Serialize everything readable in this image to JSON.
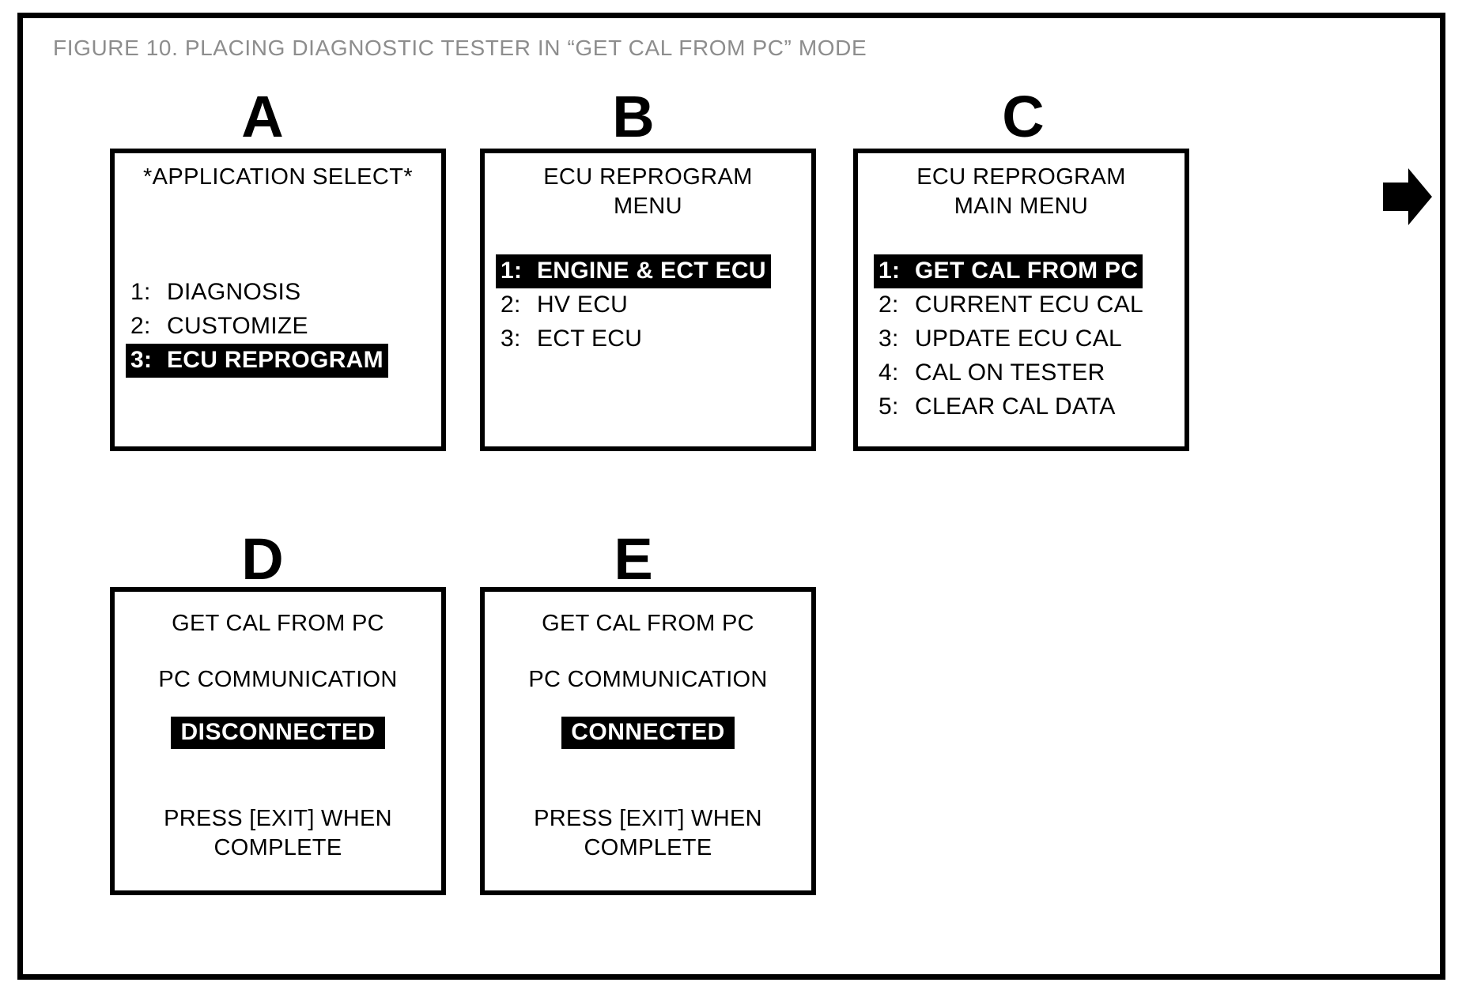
{
  "figure": {
    "caption": "FIGURE 10.  PLACING DIAGNOSTIC TESTER IN “GET CAL FROM PC” MODE",
    "caption_color": "#8d8d8d",
    "frame_color": "#000000",
    "background": "#ffffff",
    "highlight_bg": "#000000",
    "highlight_fg": "#ffffff"
  },
  "panels": [
    {
      "letter": "A",
      "title": "*APPLICATION SELECT*",
      "items": [
        {
          "num": "1:",
          "label": "DIAGNOSIS",
          "selected": false
        },
        {
          "num": "2:",
          "label": "CUSTOMIZE",
          "selected": false
        },
        {
          "num": "3:",
          "label": "ECU REPROGRAM",
          "selected": true
        }
      ]
    },
    {
      "letter": "B",
      "title": "ECU REPROGRAM\nMENU",
      "items": [
        {
          "num": "1:",
          "label": "ENGINE & ECT ECU",
          "selected": true
        },
        {
          "num": "2:",
          "label": "HV ECU",
          "selected": false
        },
        {
          "num": "3:",
          "label": "ECT ECU",
          "selected": false
        }
      ]
    },
    {
      "letter": "C",
      "title": "ECU REPROGRAM\nMAIN MENU",
      "items": [
        {
          "num": "1:",
          "label": "GET CAL FROM PC",
          "selected": true
        },
        {
          "num": "2:",
          "label": "CURRENT ECU CAL",
          "selected": false
        },
        {
          "num": "3:",
          "label": "UPDATE ECU CAL",
          "selected": false
        },
        {
          "num": "4:",
          "label": "CAL ON TESTER",
          "selected": false
        },
        {
          "num": "5:",
          "label": "CLEAR CAL DATA",
          "selected": false
        }
      ]
    },
    {
      "letter": "D",
      "title": "GET CAL FROM PC",
      "subtitle": "PC COMMUNICATION",
      "status": "DISCONNECTED",
      "footer": "PRESS [EXIT] WHEN\nCOMPLETE"
    },
    {
      "letter": "E",
      "title": "GET CAL FROM PC",
      "subtitle": "PC COMMUNICATION",
      "status": "CONNECTED",
      "footer": "PRESS [EXIT] WHEN\nCOMPLETE"
    }
  ],
  "arrows": [
    {
      "name": "arrow-a-to-b"
    },
    {
      "name": "arrow-b-to-c"
    },
    {
      "name": "arrow-c-to-d"
    },
    {
      "name": "arrow-d-to-e"
    }
  ]
}
